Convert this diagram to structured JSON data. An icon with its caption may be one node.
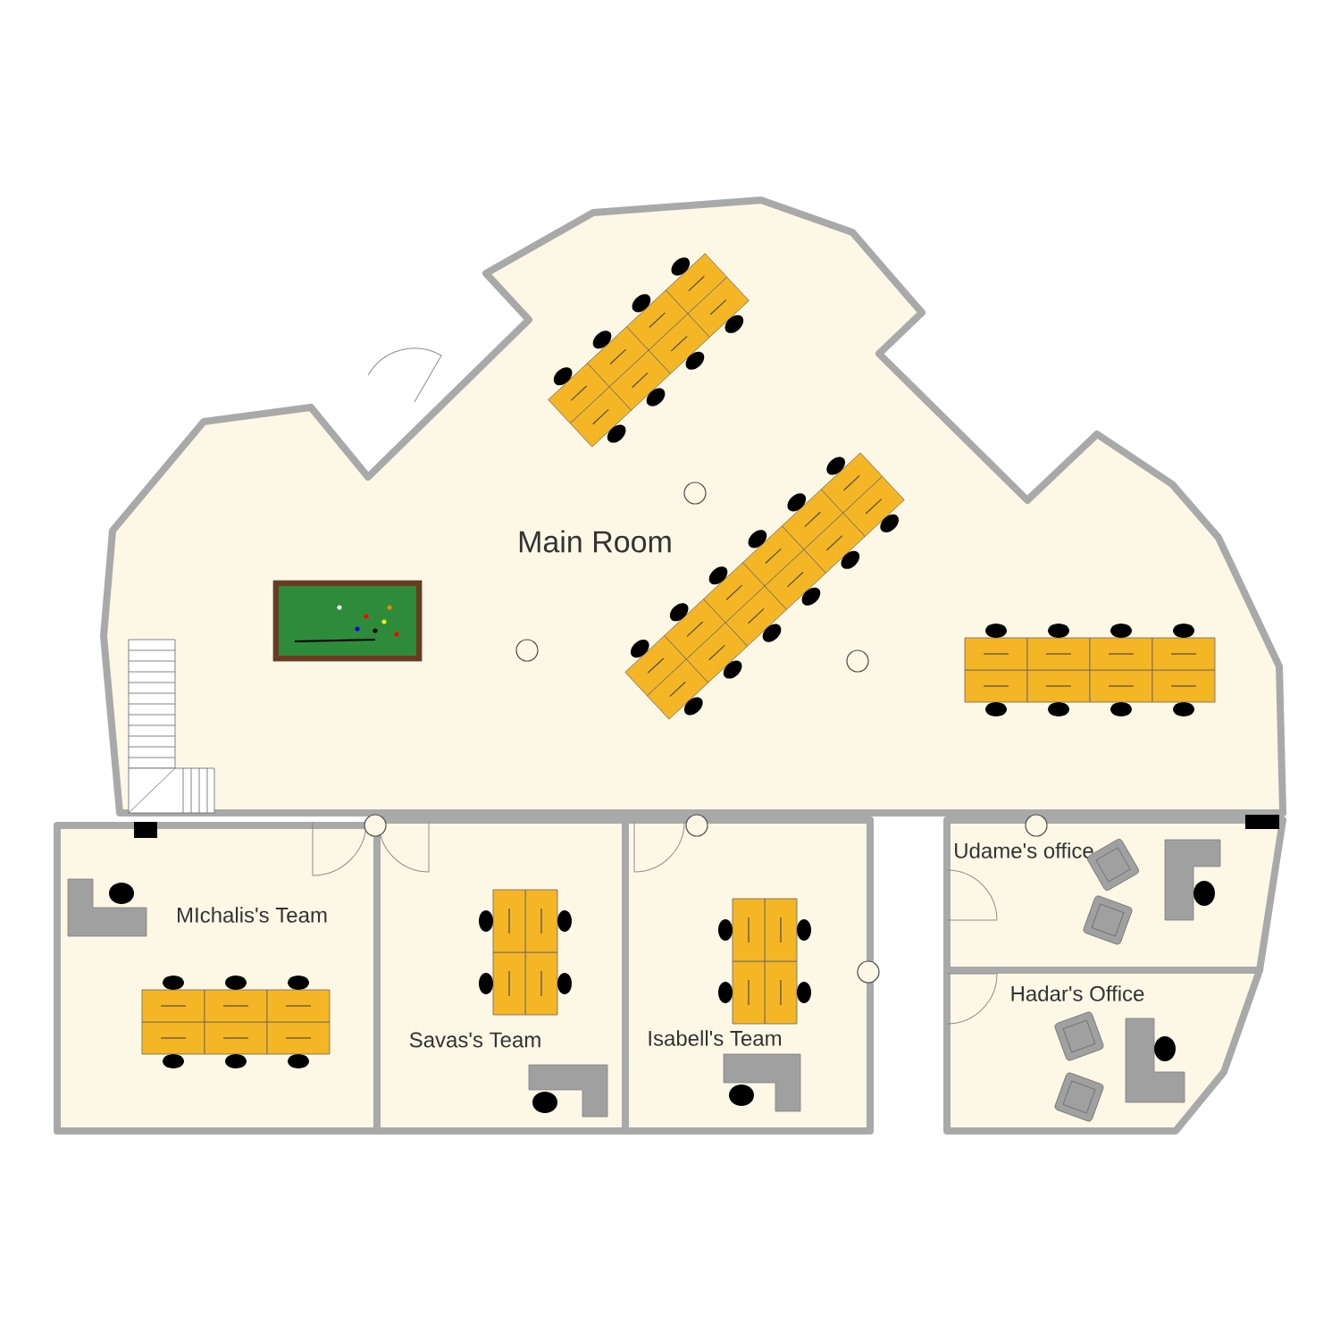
{
  "diagram": {
    "nodes": [
      {
        "text": [
          "Main Room"
        ]
      },
      {
        "text": [
          "MIchalis's Team"
        ]
      },
      {
        "text": [
          "Savas's Team"
        ]
      },
      {
        "text": [
          "Isabell's Team"
        ]
      },
      {
        "text": [
          "Udame's office"
        ]
      },
      {
        "text": [
          "Hadar's Office"
        ]
      }
    ]
  }
}
